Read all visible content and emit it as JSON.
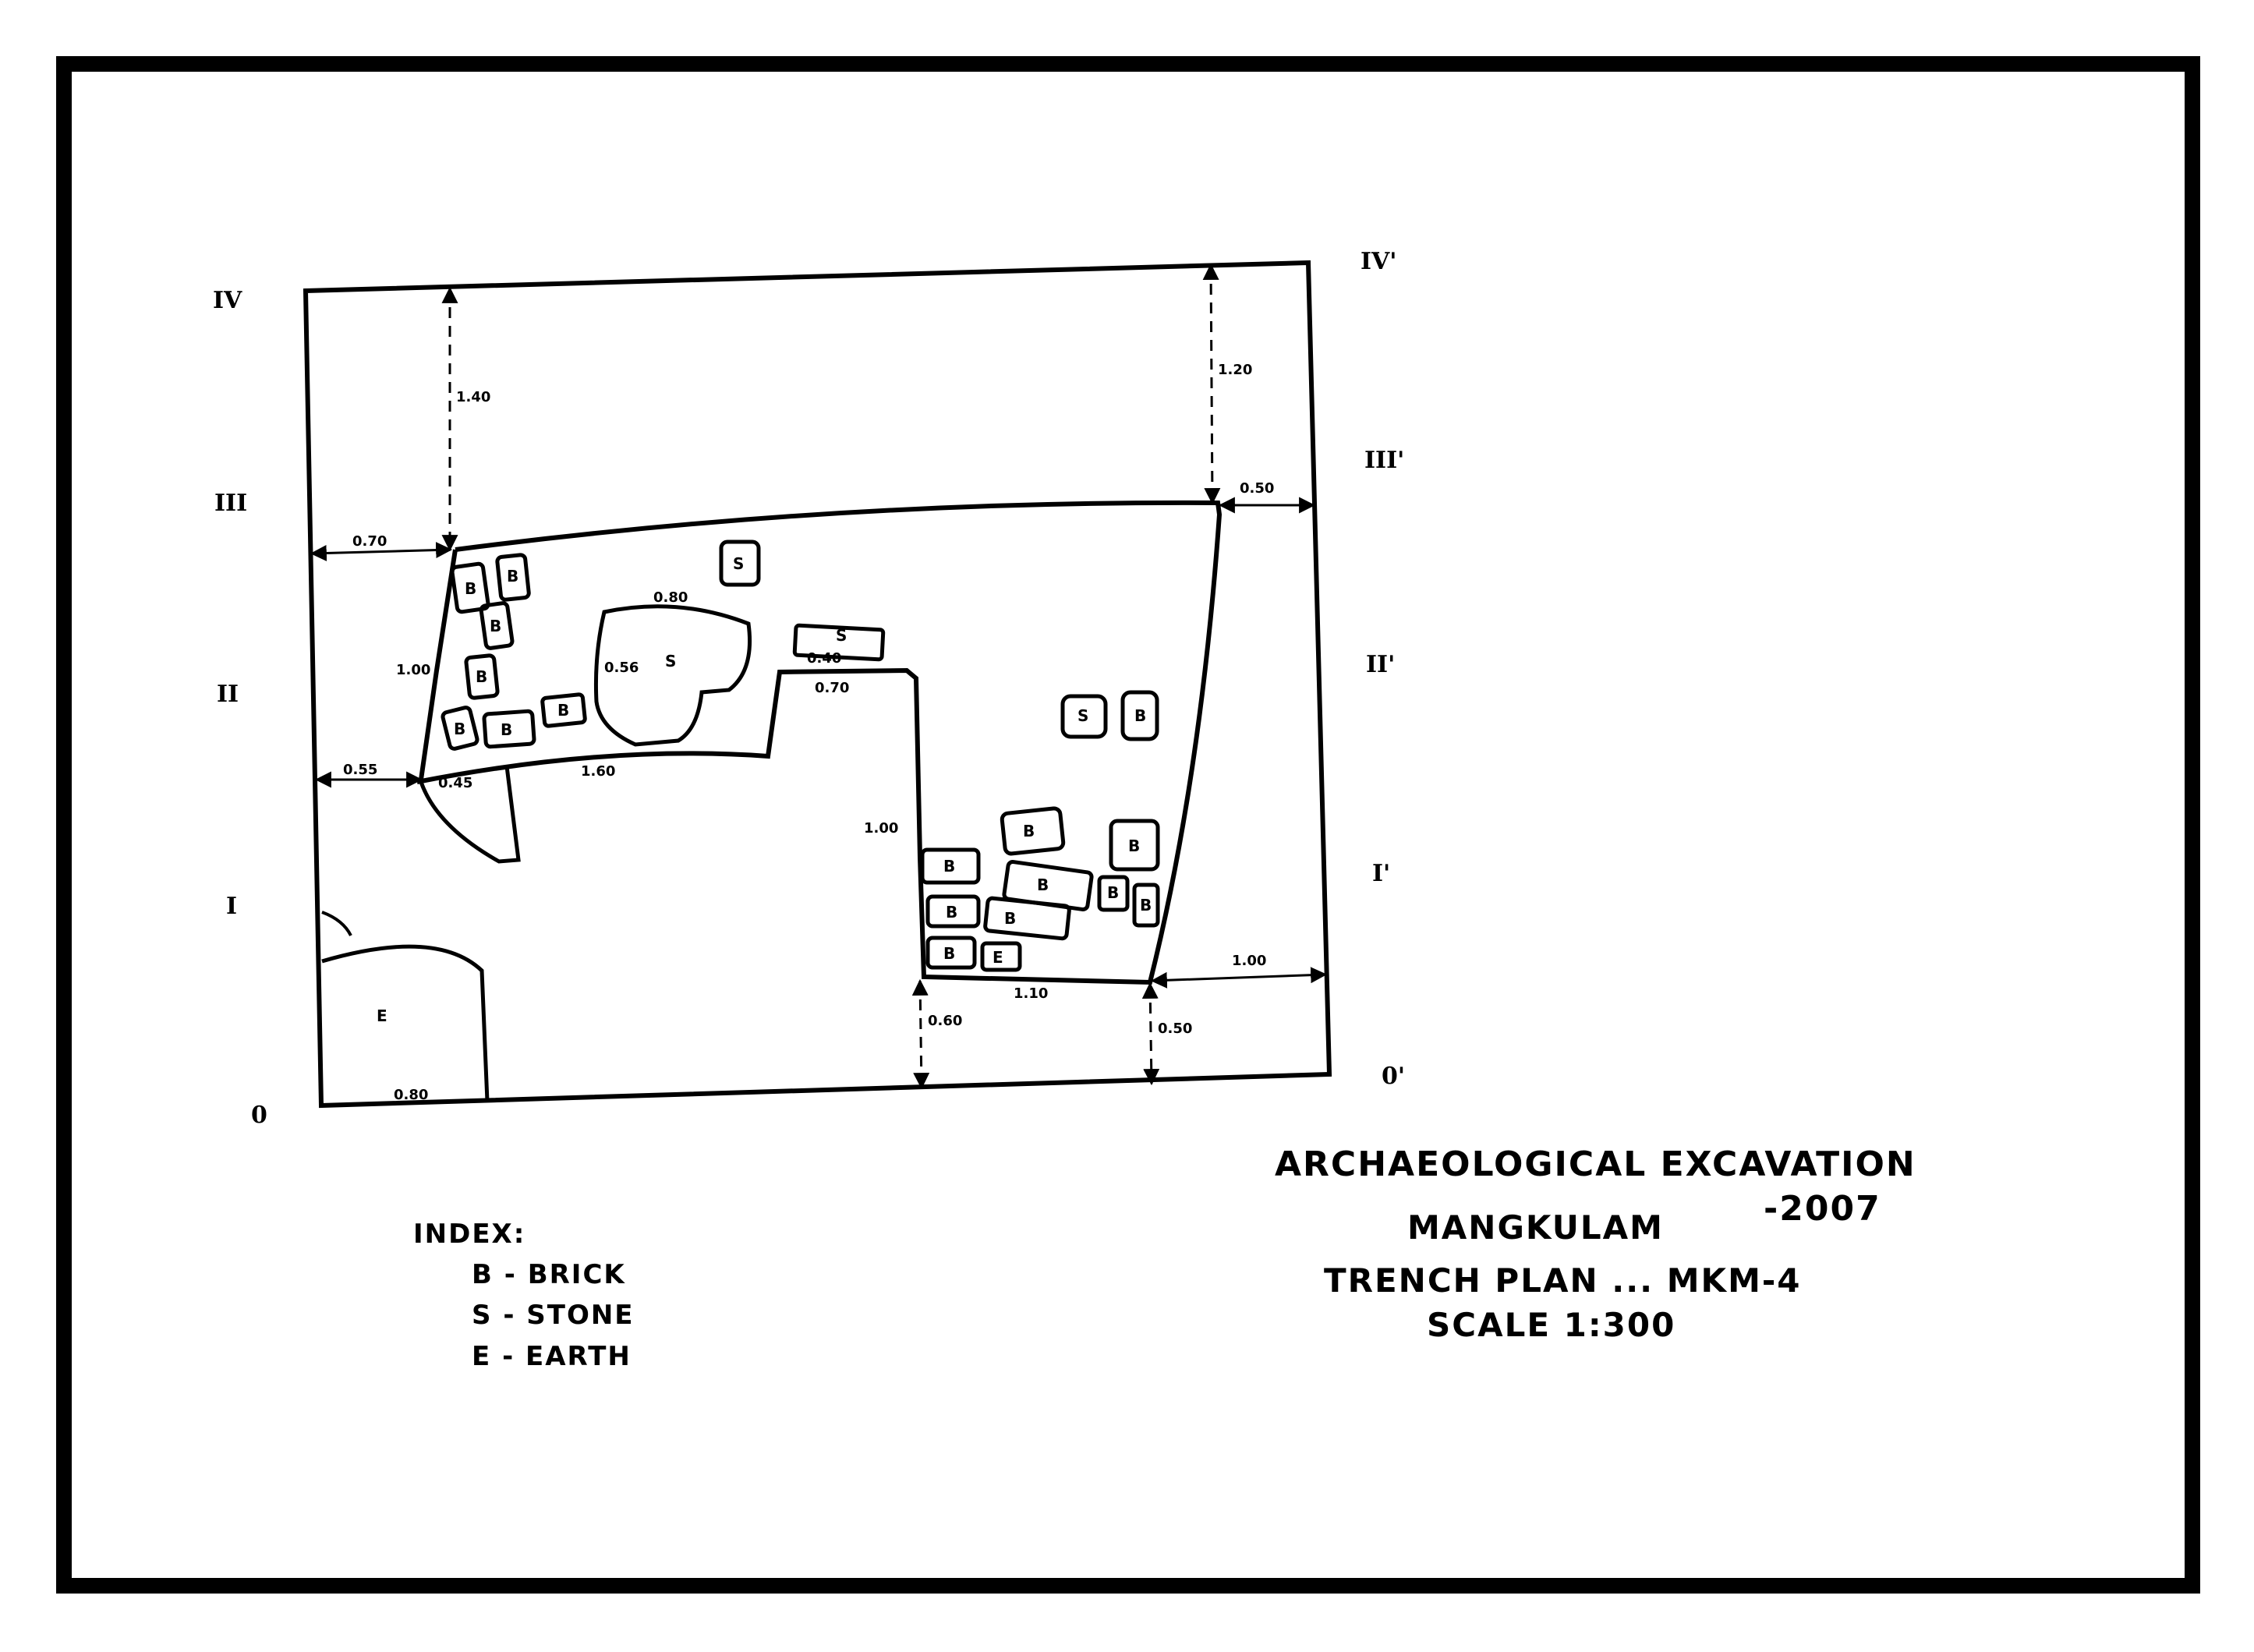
{
  "title": {
    "line1": "ARCHAEOLOGICAL EXCAVATION",
    "year": "-2007",
    "site": "MANGKULAM",
    "plan": "TRENCH PLAN ... MKM-4",
    "scale": "SCALE 1:300"
  },
  "index": {
    "heading": "INDEX:",
    "items": [
      "B - BRICK",
      "S - STONE",
      "E - EARTH"
    ]
  },
  "grid_labels": {
    "left": [
      "IV",
      "III",
      "II",
      "I",
      "0"
    ],
    "right": [
      "IV'",
      "III'",
      "II'",
      "I'",
      "0'"
    ]
  },
  "dimensions": {
    "d_1_40": "1.40",
    "d_1_20": "1.20",
    "d_0_50_top": "0.50",
    "d_0_70_left": "0.70",
    "d_0_80": "0.80",
    "d_0_56": "0.56",
    "d_0_40": "0.40",
    "d_0_70_mid": "0.70",
    "d_1_00_left": "1.00",
    "d_0_55": "0.55",
    "d_0_45": "0.45",
    "d_1_60": "1.60",
    "d_1_00_mid": "1.00",
    "d_1_00_right": "1.00",
    "d_1_10": "1.10",
    "d_0_60": "0.60",
    "d_0_50_bottom": "0.50",
    "d_0_80_bottom": "0.80"
  },
  "features": {
    "brick": "B",
    "stone": "S",
    "earth": "E"
  }
}
